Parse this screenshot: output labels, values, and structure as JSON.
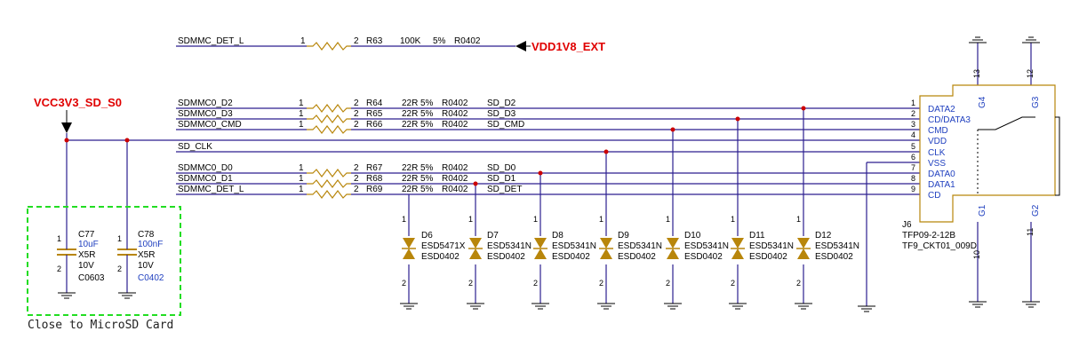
{
  "nets": {
    "vdd1v8": "VDD1V8_EXT",
    "vcc3v3": "VCC3V3_SD_S0",
    "top_det": "SDMMC_DET_L",
    "d2": "SDMMC0_D2",
    "d3": "SDMMC0_D3",
    "cmd": "SDMMC0_CMD",
    "clk": "SD_CLK",
    "d0": "SDMMC0_D0",
    "d1": "SDMMC0_D1",
    "det": "SDMMC_DET_L"
  },
  "resistors": [
    {
      "ref": "R63",
      "value": "100K",
      "tol": "5%",
      "pkg": "R0402",
      "net_out": "",
      "p1": "1",
      "p2": "2"
    },
    {
      "ref": "R64",
      "value": "22R",
      "tol": "5%",
      "pkg": "R0402",
      "net_out": "SD_D2",
      "p1": "1",
      "p2": "2"
    },
    {
      "ref": "R65",
      "value": "22R",
      "tol": "5%",
      "pkg": "R0402",
      "net_out": "SD_D3",
      "p1": "1",
      "p2": "2"
    },
    {
      "ref": "R66",
      "value": "22R",
      "tol": "5%",
      "pkg": "R0402",
      "net_out": "SD_CMD",
      "p1": "1",
      "p2": "2"
    },
    {
      "ref": "R67",
      "value": "22R",
      "tol": "5%",
      "pkg": "R0402",
      "net_out": "SD_D0",
      "p1": "1",
      "p2": "2"
    },
    {
      "ref": "R68",
      "value": "22R",
      "tol": "5%",
      "pkg": "R0402",
      "net_out": "SD_D1",
      "p1": "1",
      "p2": "2"
    },
    {
      "ref": "R69",
      "value": "22R",
      "tol": "5%",
      "pkg": "R0402",
      "net_out": "SD_DET",
      "p1": "1",
      "p2": "2"
    }
  ],
  "diodes": [
    {
      "ref": "D6",
      "part": "ESD5471X",
      "pkg": "ESD0402",
      "p1": "1",
      "p2": "2"
    },
    {
      "ref": "D7",
      "part": "ESD5341N",
      "pkg": "ESD0402",
      "p1": "1",
      "p2": "2"
    },
    {
      "ref": "D8",
      "part": "ESD5341N",
      "pkg": "ESD0402",
      "p1": "1",
      "p2": "2"
    },
    {
      "ref": "D9",
      "part": "ESD5341N",
      "pkg": "ESD0402",
      "p1": "1",
      "p2": "2"
    },
    {
      "ref": "D10",
      "part": "ESD5341N",
      "pkg": "ESD0402",
      "p1": "1",
      "p2": "2"
    },
    {
      "ref": "D11",
      "part": "ESD5341N",
      "pkg": "ESD0402",
      "p1": "1",
      "p2": "2"
    },
    {
      "ref": "D12",
      "part": "ESD5341N",
      "pkg": "ESD0402",
      "p1": "1",
      "p2": "2"
    }
  ],
  "capacitors": [
    {
      "ref": "C77",
      "value": "10uF",
      "diel": "X5R",
      "volt": "10V",
      "pkg": "C0603",
      "p1": "1",
      "p2": "2"
    },
    {
      "ref": "C78",
      "value": "100nF",
      "diel": "X5R",
      "volt": "10V",
      "pkg": "C0402",
      "p1": "1",
      "p2": "2"
    }
  ],
  "connector": {
    "ref": "J6",
    "part": "TFP09-2-12B",
    "part2": "TF9_CKT01_009D",
    "pins": [
      {
        "num": "1",
        "name": "DATA2"
      },
      {
        "num": "2",
        "name": "CD/DATA3"
      },
      {
        "num": "3",
        "name": "CMD"
      },
      {
        "num": "4",
        "name": "VDD"
      },
      {
        "num": "5",
        "name": "CLK"
      },
      {
        "num": "6",
        "name": "VSS"
      },
      {
        "num": "7",
        "name": "DATA0"
      },
      {
        "num": "8",
        "name": "DATA1"
      },
      {
        "num": "9",
        "name": "CD"
      }
    ],
    "shield": [
      {
        "name": "G4",
        "num": "13"
      },
      {
        "name": "G3",
        "num": "12"
      },
      {
        "name": "G1",
        "num": "10"
      },
      {
        "name": "G2",
        "num": "11"
      }
    ]
  },
  "note": "Close to MicroSD Card",
  "colors": {
    "wire": "#2c1f8f",
    "component": "#b8860b",
    "net_label": "#e00000",
    "junction": "#cc0000",
    "keepout_box": "#22dd22"
  }
}
